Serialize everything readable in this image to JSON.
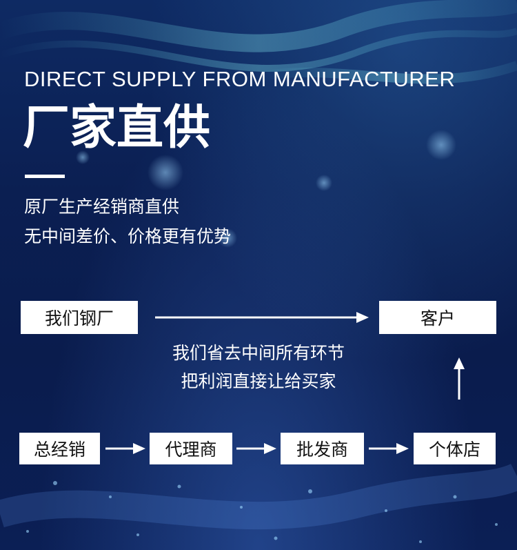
{
  "header": {
    "english_title": "DIRECT SUPPLY FROM MANUFACTURER",
    "chinese_title": "厂家直供",
    "description_lines": [
      "原厂生产经销商直供",
      "无中间差价、价格更有优势"
    ]
  },
  "flow": {
    "factory_label": "我们钢厂",
    "customer_label": "客户",
    "middle_notes": [
      "我们省去中间所有环节",
      "把利润直接让给买家"
    ],
    "chain": [
      {
        "label": "总经销"
      },
      {
        "label": "代理商"
      },
      {
        "label": "批发商"
      },
      {
        "label": "个体店"
      }
    ]
  },
  "colors": {
    "background": "#0b1f52",
    "box_fill": "#ffffff",
    "box_text": "#111111",
    "arrow": "#ffffff"
  },
  "icons": {
    "flow_arrow": "arrow-right-icon",
    "up_arrow": "arrow-up-icon"
  }
}
